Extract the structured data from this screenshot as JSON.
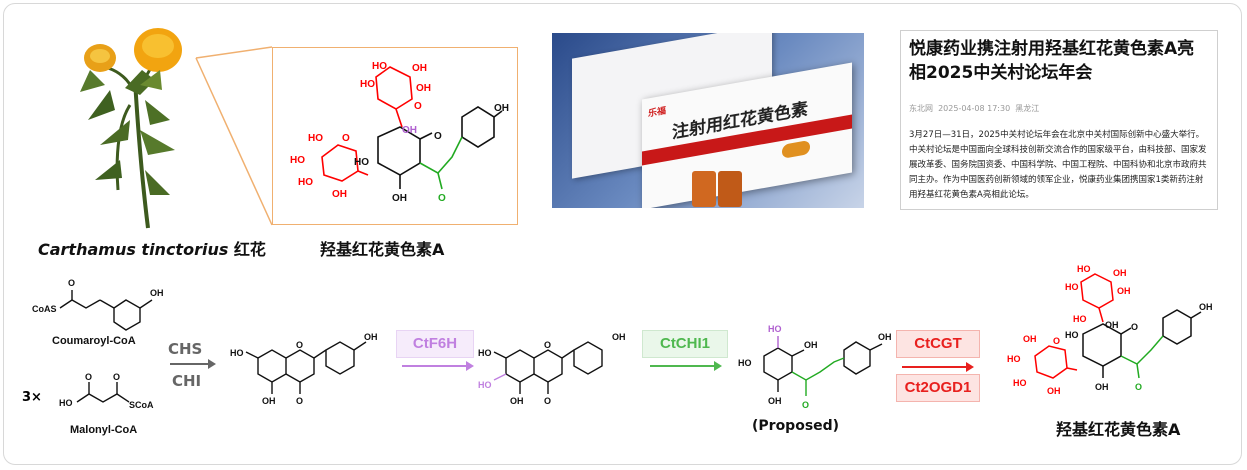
{
  "top": {
    "plant_caption_italic": "Carthamus tinctorius",
    "plant_caption_cn": " 红花",
    "compound_caption": "羟基红花黄色素A"
  },
  "product": {
    "box_text_main": "注射用红花黄色素",
    "box_brand": "乐福"
  },
  "news": {
    "title": "悦康药业携注射用羟基红花黄色素A亮相2025中关村论坛年会",
    "source": "东北网",
    "date": "2025-04-08 17:30",
    "place": "黑龙江",
    "body": "3月27日—31日，2025中关村论坛年会在北京中关村国际创新中心盛大举行。中关村论坛是中国面向全球科技创新交流合作的国家级平台，由科技部、国家发展改革委、国务院国资委、中国科学院、中国工程院、中国科协和北京市政府共同主办。作为中国医药创新领域的领军企业，悦康药业集团携国家1类新药注射用羟基红花黄色素A亮相此论坛。"
  },
  "pathway": {
    "substrate1": "Coumaroyl-CoA",
    "substrate2": "Malonyl-CoA",
    "multiplier": "3×",
    "enzyme1a": "CHS",
    "enzyme1b": "CHI",
    "enzyme2": "CtF6H",
    "enzyme3": "CtCHI1",
    "enzyme4a": "CtCGT",
    "enzyme4b": "Ct2OGD1",
    "proposed": "(Proposed)",
    "product": "羟基红花黄色素A"
  },
  "colors": {
    "f6h": "#c080e0",
    "chi1": "#4fb84f",
    "cgt": "#e8201e",
    "glycoside": "#ff0000",
    "chain": "#22aa22"
  }
}
